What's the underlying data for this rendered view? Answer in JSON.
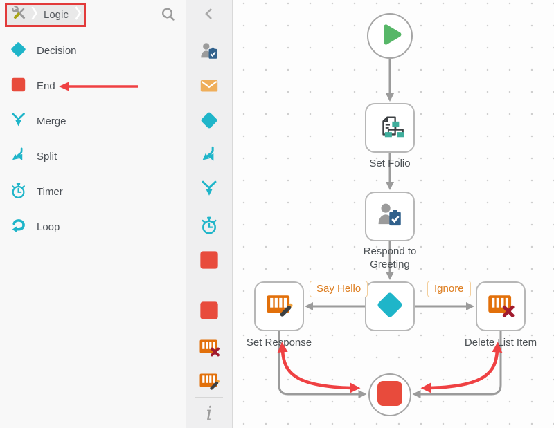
{
  "breadcrumb": {
    "current": "Logic",
    "root_icon": "tools-icon"
  },
  "search": {
    "icon": "search-icon"
  },
  "sidebar": {
    "items": [
      {
        "label": "Decision",
        "icon": "decision-icon"
      },
      {
        "label": "End",
        "icon": "end-icon",
        "annotated_with_red_arrow": true
      },
      {
        "label": "Merge",
        "icon": "merge-icon"
      },
      {
        "label": "Split",
        "icon": "split-icon"
      },
      {
        "label": "Timer",
        "icon": "timer-icon"
      },
      {
        "label": "Loop",
        "icon": "loop-icon"
      }
    ]
  },
  "toolbar": {
    "collapse_icon": "chevron-left-icon",
    "groups": [
      [
        "user-task-icon",
        "email-icon",
        "decision-icon",
        "split-icon",
        "merge-icon",
        "timer-icon",
        "end-icon"
      ],
      [
        "end-icon",
        "list-delete-icon",
        "list-edit-icon"
      ],
      [
        "info-icon"
      ]
    ],
    "info_glyph": "i"
  },
  "canvas": {
    "nodes": [
      {
        "id": "start",
        "type": "start",
        "label": "",
        "icon": "play-icon"
      },
      {
        "id": "set-folio",
        "type": "step",
        "label": "Set Folio",
        "icon": "document-flow-icon"
      },
      {
        "id": "respond-to-greeting",
        "type": "user-task",
        "label": "Respond to Greeting",
        "icon": "user-task-icon"
      },
      {
        "id": "decision",
        "type": "decision",
        "label": "",
        "icon": "decision-icon"
      },
      {
        "id": "set-response",
        "type": "step",
        "label": "Set Response",
        "icon": "list-edit-icon"
      },
      {
        "id": "delete-list-item",
        "type": "step",
        "label": "Delete List Item",
        "icon": "list-delete-icon"
      },
      {
        "id": "end",
        "type": "end",
        "label": "",
        "icon": "end-icon"
      }
    ],
    "branch_labels": [
      {
        "text": "Say Hello",
        "from": "decision",
        "to": "set-response"
      },
      {
        "text": "Ignore",
        "from": "decision",
        "to": "delete-list-item"
      }
    ]
  },
  "annotations": {
    "breadcrumb_highlight_color": "#E23B3B",
    "arrow_color": "#EF4143",
    "arrows_point_at": [
      "sidebar-item-end",
      "set-response-to-end-connector",
      "delete-list-item-to-end-connector"
    ]
  },
  "colors": {
    "teal": "#1FB5C9",
    "red": "#E84B3C",
    "green": "#57B768",
    "orange_envelope": "#EFAE5A",
    "orange_list": "#E2700B",
    "navy_clipboard": "#31618C",
    "teal_green": "#3FAE9C",
    "gray_icon": "#9B9B9B",
    "label_orange": "#DD7D1F",
    "connector_gray": "#9B9B9B"
  }
}
